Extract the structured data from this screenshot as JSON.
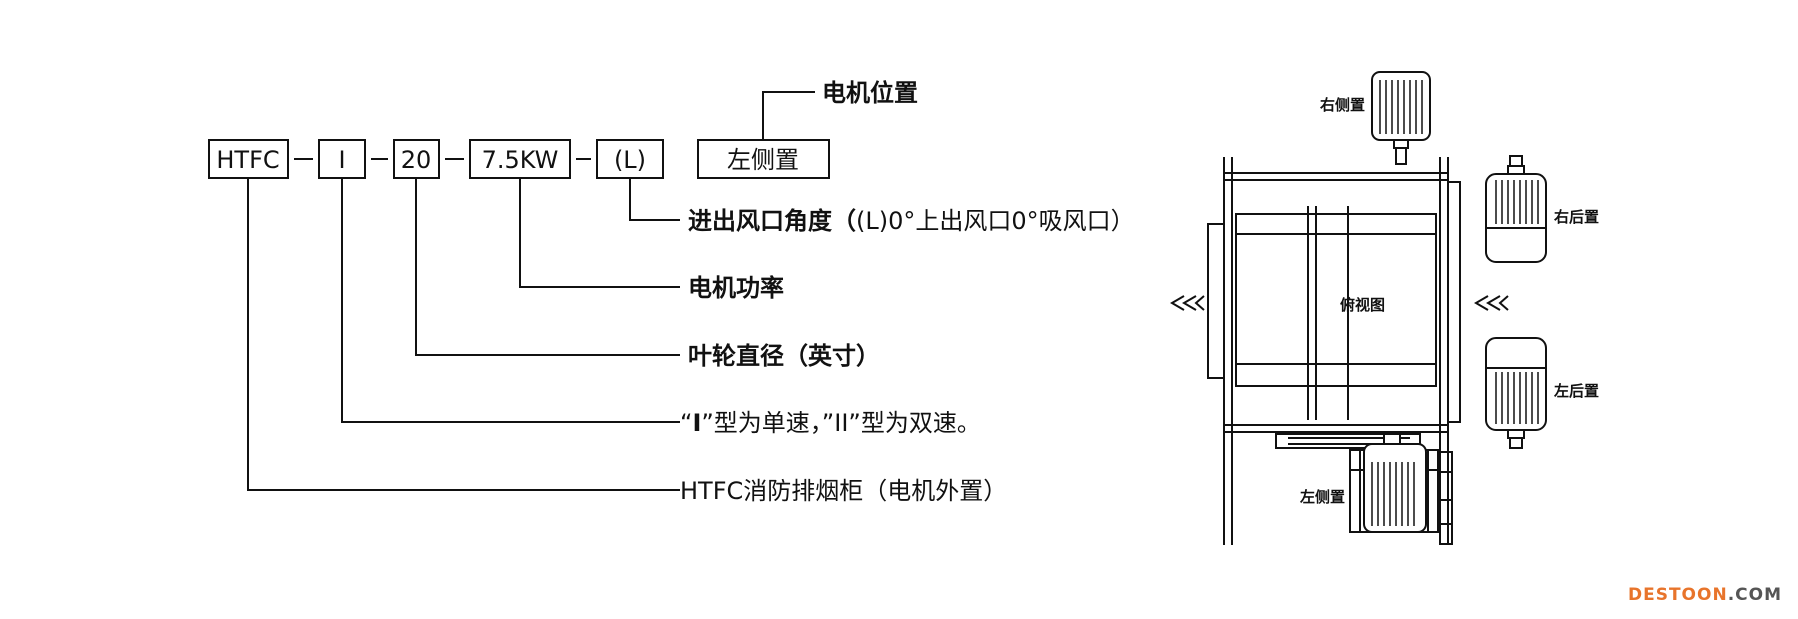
{
  "code_boxes": [
    "HTFC",
    "I",
    "20",
    "7.5KW",
    "(L)"
  ],
  "position_box": "左侧置",
  "position_title": "电机位置",
  "legend": {
    "angle_label": "进出风口角度（",
    "angle_detail": "(L)0°上出风口0°吸风口）",
    "power": "电机功率",
    "impeller": "叶轮直径（英寸）",
    "speed_pre": "“",
    "speed_i": "I",
    "speed_post": "”型为单速，”II”型为双速。",
    "product": "HTFC消防排烟柜（电机外置）"
  },
  "drawing": {
    "right_side": "右侧置",
    "right_rear": "右后置",
    "top_view": "俯视图",
    "left_rear": "左后置",
    "left_side": "左侧置"
  },
  "watermark": {
    "part1": "DESTOON",
    "part2": ".COM"
  }
}
